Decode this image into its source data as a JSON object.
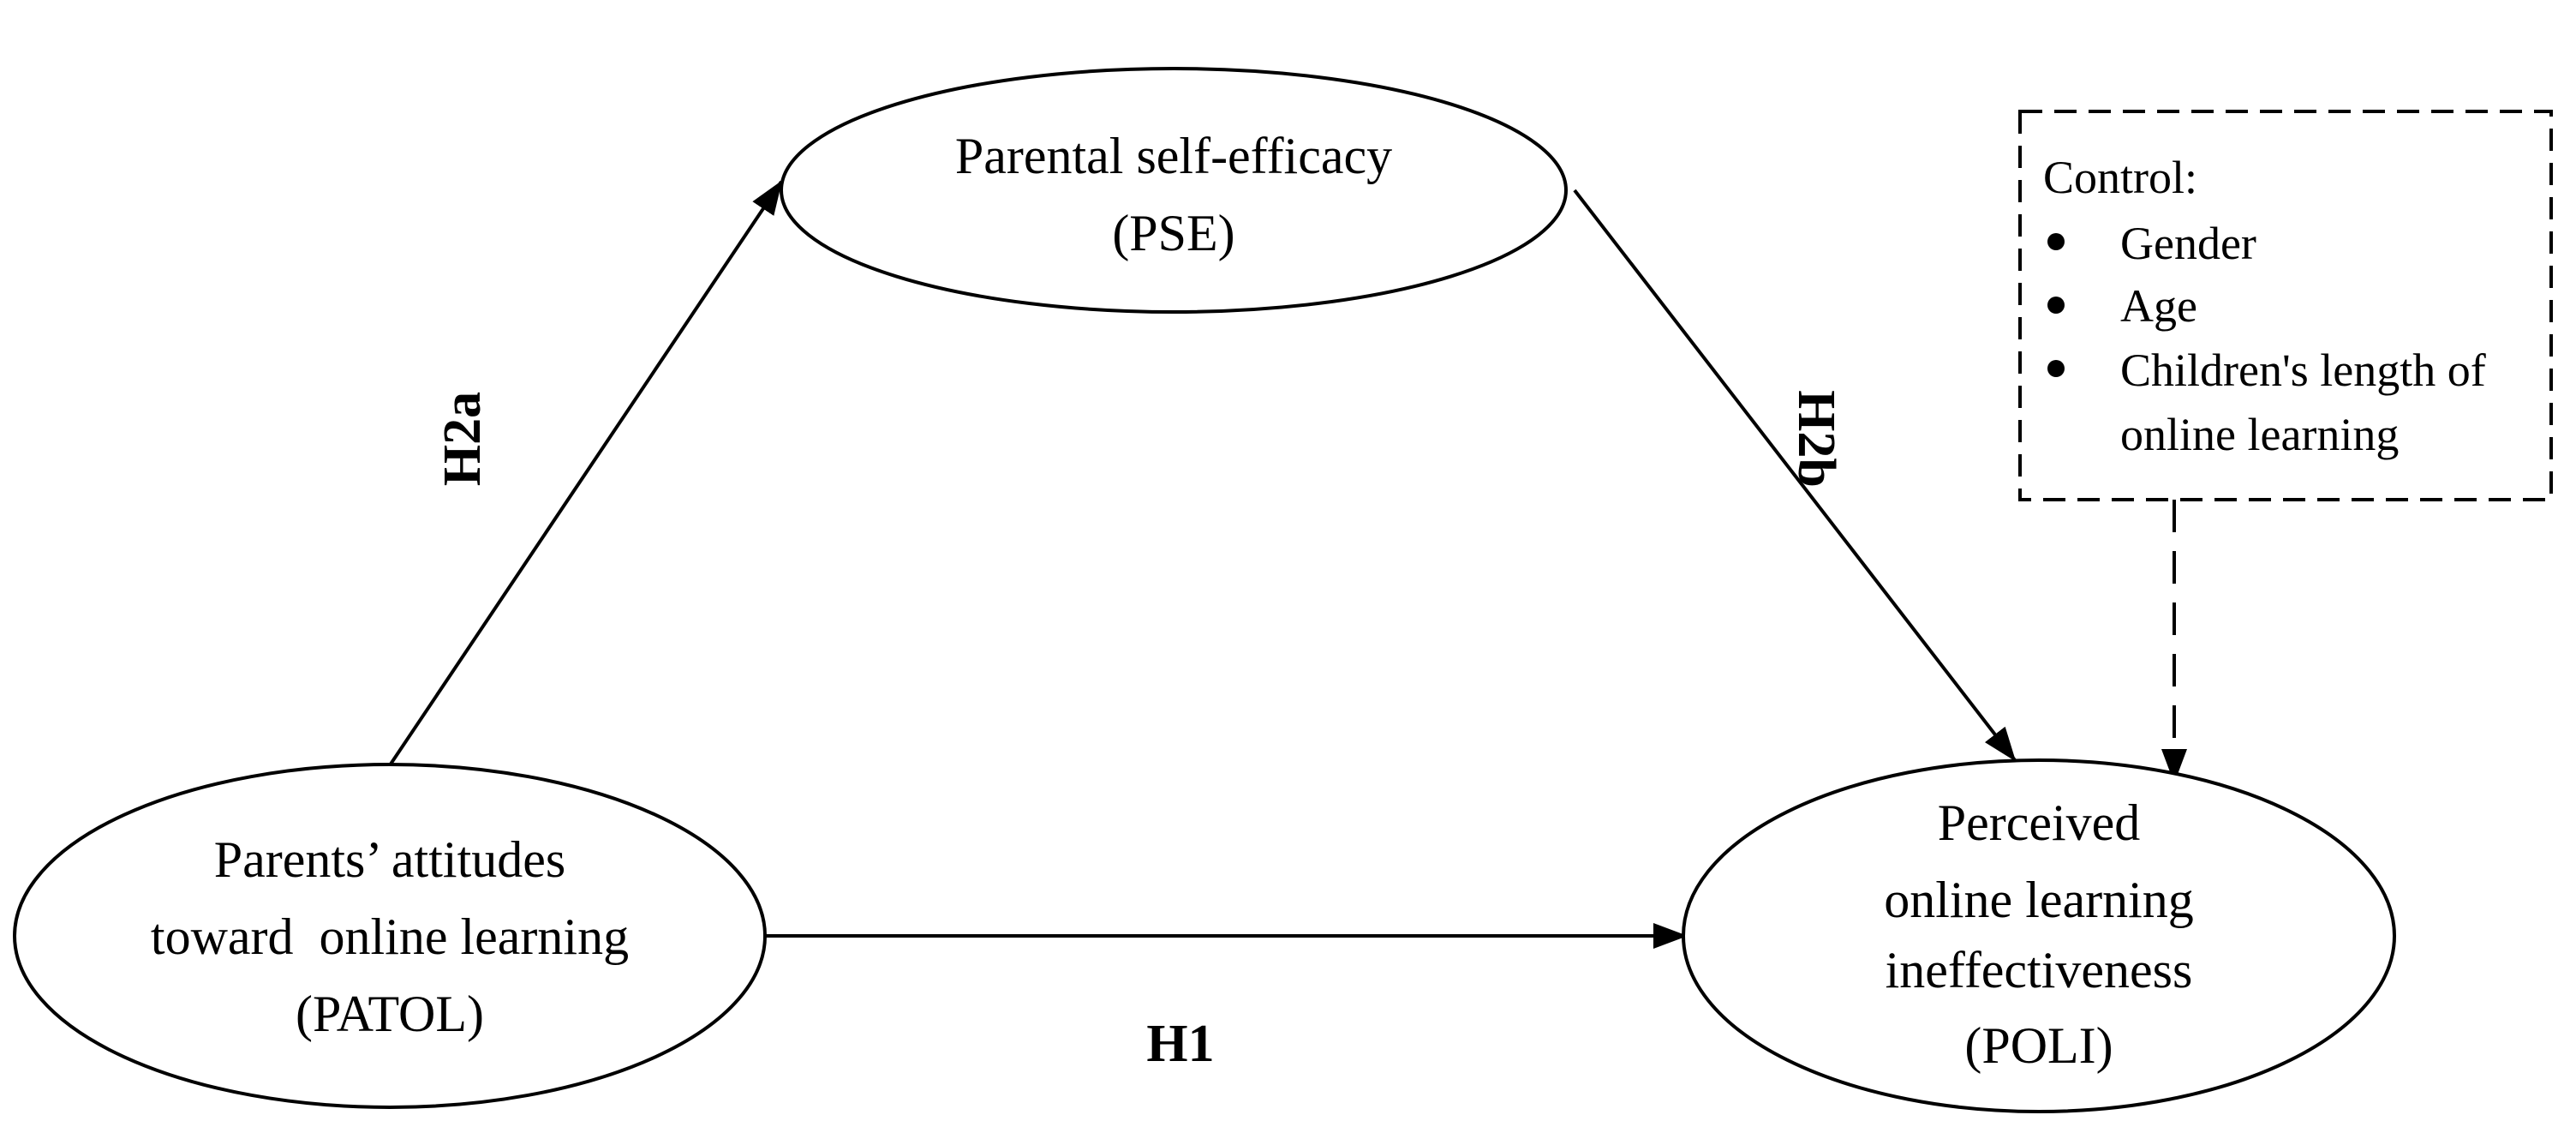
{
  "nodes": {
    "pse": {
      "line1": "Parental self-efficacy",
      "line2": "(PSE)"
    },
    "patol": {
      "line1": "Parents’ attitudes",
      "line2": "toward  online learning",
      "line3": "(PATOL)"
    },
    "poli": {
      "line1": "Perceived",
      "line2": "online learning",
      "line3": "ineffectiveness",
      "line4": "(POLI)"
    }
  },
  "paths": {
    "h1": "H1",
    "h2a": "H2a",
    "h2b": "H2b"
  },
  "control": {
    "title": "Control:",
    "items": [
      "Gender",
      "Age",
      "Children's length of",
      "online learning"
    ]
  },
  "colors": {
    "stroke": "#000000",
    "background": "#ffffff"
  }
}
